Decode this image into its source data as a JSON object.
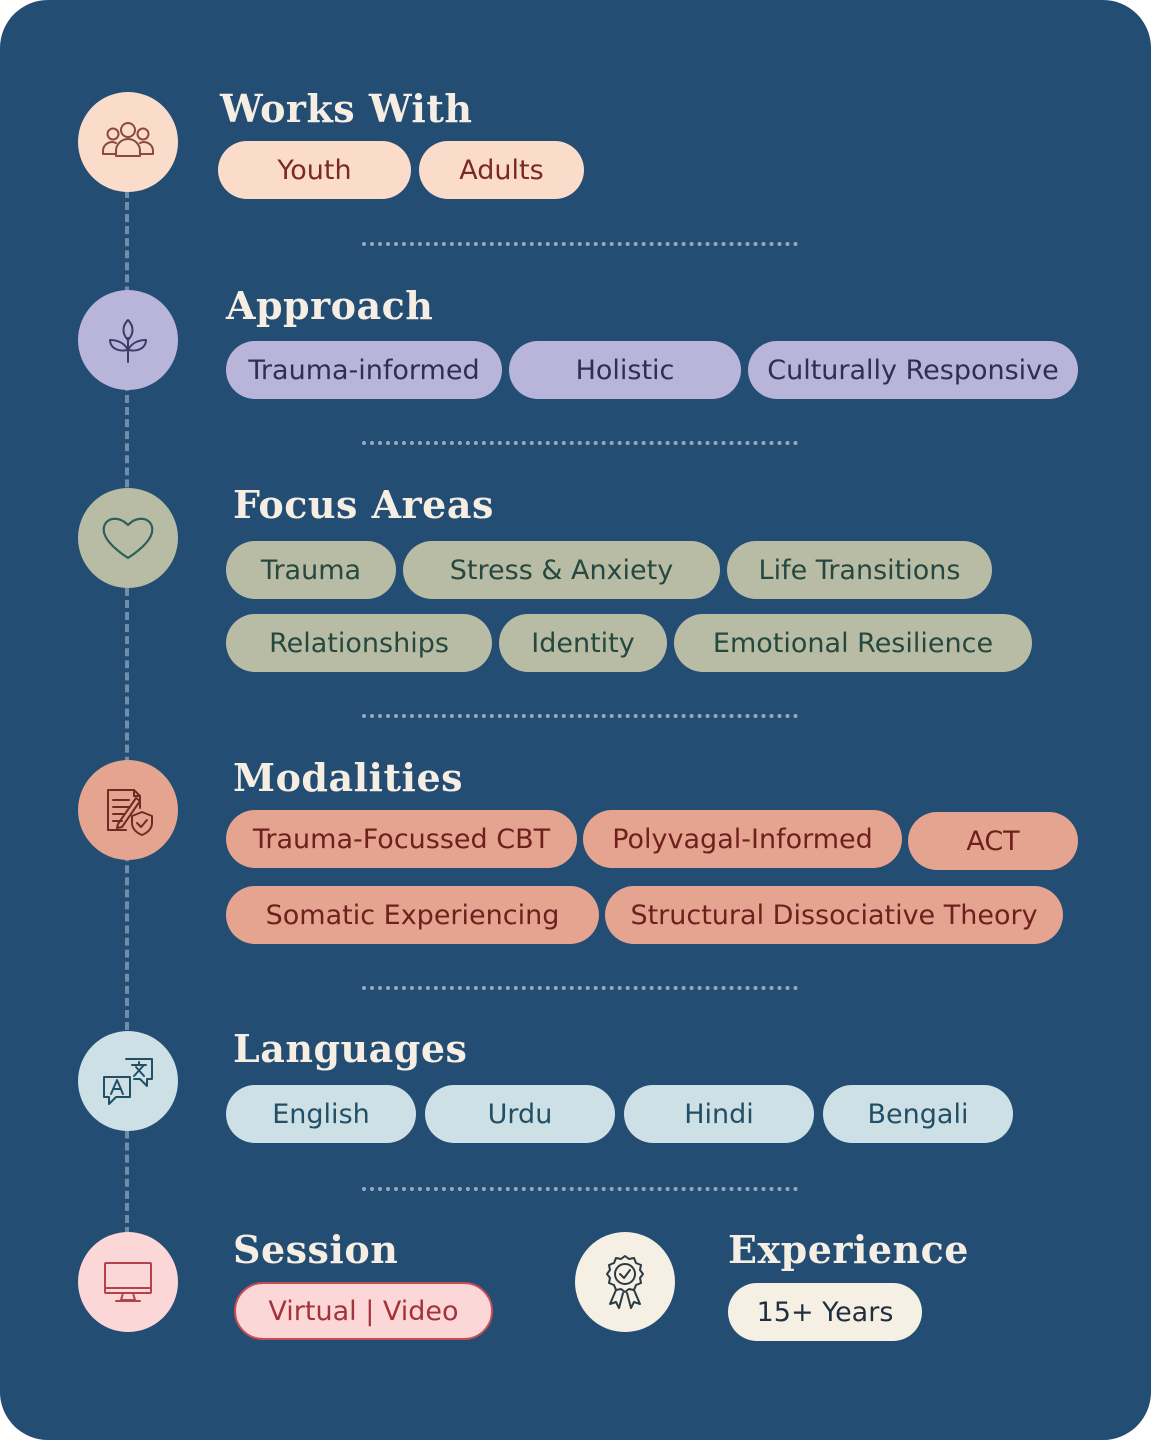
{
  "sections": {
    "works_with": {
      "title": "Works With",
      "tags": [
        "Youth",
        "Adults"
      ],
      "icon": "people-group-icon"
    },
    "approach": {
      "title": "Approach",
      "tags": [
        "Trauma-informed",
        "Holistic",
        "Culturally Responsive"
      ],
      "icon": "leaf-plant-icon"
    },
    "focus_areas": {
      "title": "Focus Areas",
      "tags": [
        "Trauma",
        "Stress & Anxiety",
        "Life Transitions",
        "Relationships",
        "Identity",
        "Emotional Resilience"
      ],
      "icon": "heart-icon"
    },
    "modalities": {
      "title": "Modalities",
      "tags": [
        "Trauma-Focussed CBT",
        "Polyvagal-Informed",
        "ACT",
        "Somatic Experiencing",
        "Structural Dissociative Theory"
      ],
      "icon": "document-shield-icon"
    },
    "languages": {
      "title": "Languages",
      "tags": [
        "English",
        "Urdu",
        "Hindi",
        "Bengali"
      ],
      "icon": "translate-icon"
    },
    "session": {
      "title": "Session",
      "value": "Virtual | Video",
      "icon": "monitor-icon"
    },
    "experience": {
      "title": "Experience",
      "value": "15+ Years",
      "icon": "award-badge-icon"
    }
  },
  "colors": {
    "background": "#244d73",
    "works_with_pill": "#fbdccb",
    "approach_pill": "#b9b4d9",
    "focus_pill": "#b9bca5",
    "modalities_pill": "#e4a48f",
    "languages_pill": "#cce0e6",
    "session_pill": "#fbd7d8",
    "experience_pill": "#f6efe4"
  }
}
